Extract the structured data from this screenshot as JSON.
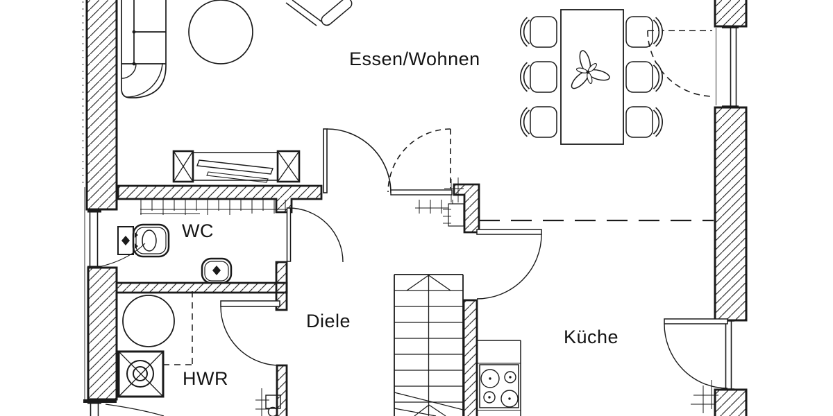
{
  "plan": {
    "kind": "floor-plan",
    "background": "#ffffff",
    "line_color": "#1a1a1a"
  },
  "rooms": [
    {
      "id": "essen-wohnen",
      "label": "Essen/Wohnen"
    },
    {
      "id": "wc",
      "label": "WC"
    },
    {
      "id": "diele",
      "label": "Diele"
    },
    {
      "id": "hwr",
      "label": "HWR"
    },
    {
      "id": "kueche",
      "label": "Küche"
    }
  ],
  "furniture_icons": [
    "sofa-icon",
    "round-rug-icon",
    "armchair-icon",
    "tv-sideboard-icon",
    "dining-table-icon",
    "dining-chair-icon",
    "plant-icon",
    "toilet-icon",
    "washbasin-icon",
    "washing-machine-icon",
    "floor-drain-icon",
    "cooktop-icon",
    "staircase-icon"
  ],
  "colors": {
    "line": "#1a1a1a",
    "background": "#ffffff"
  }
}
